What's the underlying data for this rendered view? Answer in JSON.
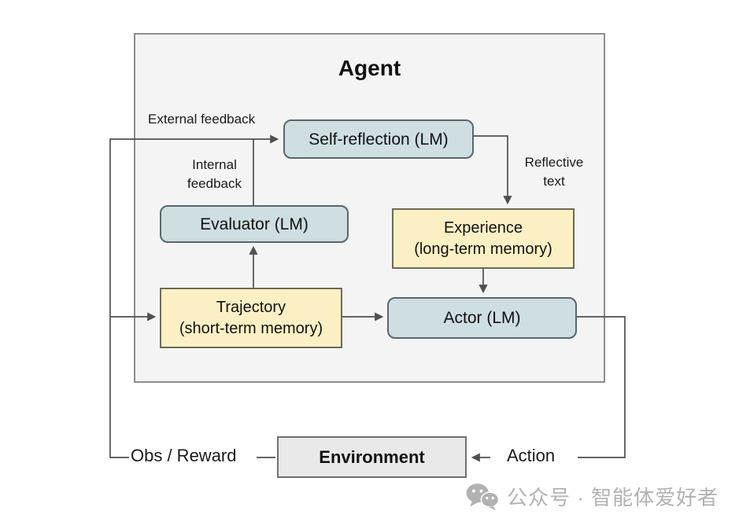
{
  "agent_panel": {
    "title": "Agent"
  },
  "nodes": {
    "self_reflection": {
      "label": "Self-reflection (LM)"
    },
    "evaluator": {
      "label": "Evaluator (LM)"
    },
    "experience": {
      "line1": "Experience",
      "line2": "(long-term memory)"
    },
    "trajectory": {
      "line1": "Trajectory",
      "line2": "(short-term memory)"
    },
    "actor": {
      "label": "Actor (LM)"
    },
    "environment": {
      "label": "Environment"
    }
  },
  "edge_labels": {
    "external_feedback": "External feedback",
    "internal_feedback": "Internal feedback",
    "reflective_text": "Reflective text",
    "obs_reward": "Obs / Reward",
    "action": "Action"
  },
  "colors": {
    "agent_panel_fill": "#f4f4f5",
    "agent_panel_border": "#8c8c8c",
    "lm_box_fill": "#cedee1",
    "lm_box_border": "#57676d",
    "memory_box_fill": "#fbf0c4",
    "memory_box_border": "#6e6a55",
    "environment_fill": "#e9e9e9",
    "environment_border": "#6f6f6f",
    "edge_line": "#4f4f4f",
    "watermark": "#b2b2b2"
  },
  "watermark": {
    "icon": "wechat-icon",
    "text": "公众号 · 智能体爱好者"
  }
}
